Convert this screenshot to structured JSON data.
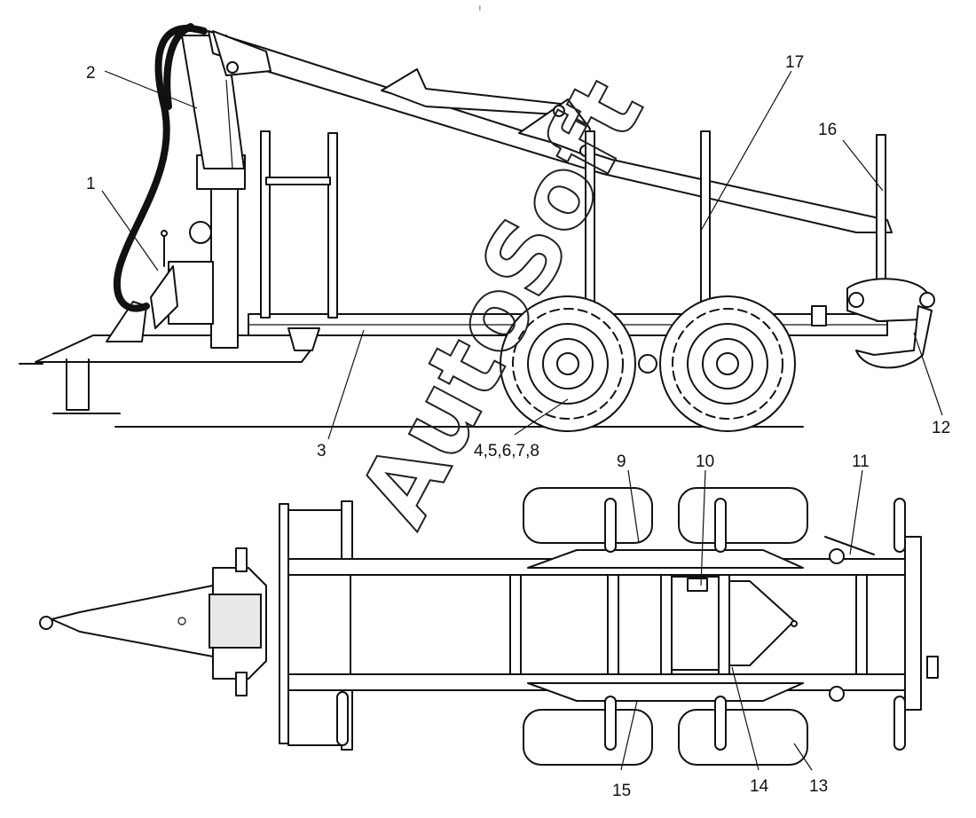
{
  "figure_marks": {
    "top_mark": "ᵎ"
  },
  "callouts": [
    {
      "id": "c1",
      "text": "1"
    },
    {
      "id": "c2",
      "text": "2"
    },
    {
      "id": "c3",
      "text": "3"
    },
    {
      "id": "c4",
      "text": "4,5,6,7,8"
    },
    {
      "id": "c9",
      "text": "9"
    },
    {
      "id": "c10",
      "text": "10"
    },
    {
      "id": "c11",
      "text": "11"
    },
    {
      "id": "c12",
      "text": "12"
    },
    {
      "id": "c13",
      "text": "13"
    },
    {
      "id": "c14",
      "text": "14"
    },
    {
      "id": "c15",
      "text": "15"
    },
    {
      "id": "c16",
      "text": "16"
    },
    {
      "id": "c17",
      "text": "17"
    }
  ],
  "watermark": {
    "text": "AutoSoft"
  }
}
